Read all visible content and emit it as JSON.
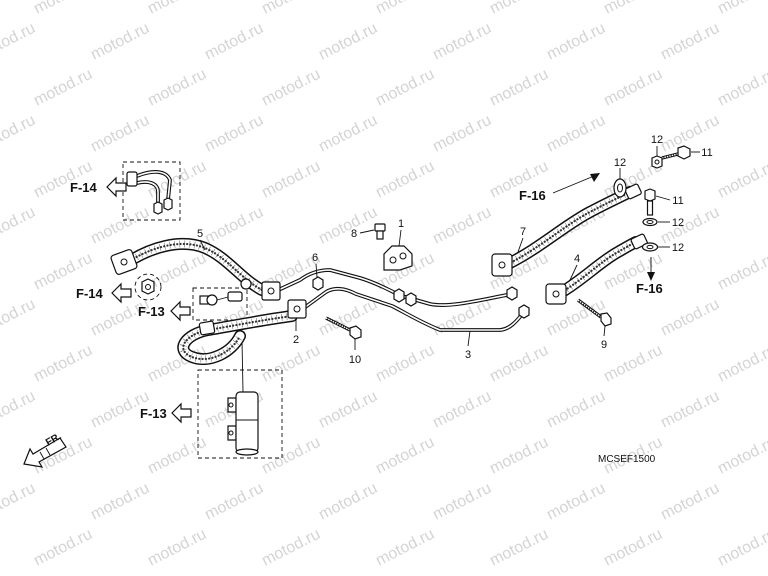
{
  "diagram": {
    "code": "MCSEF1500",
    "front_indicator": "FR.",
    "watermark": "motod.ru"
  },
  "callouts": {
    "part_1": "1",
    "part_2": "2",
    "part_3": "3",
    "part_4": "4",
    "part_5": "5",
    "part_6": "6",
    "part_7": "7",
    "part_8": "8",
    "part_9": "9",
    "part_10": "10",
    "part_11_upper": "11",
    "part_11_lower": "11",
    "part_12_top": "12",
    "part_12_left": "12",
    "part_12_mid": "12",
    "part_12_low": "12"
  },
  "references": {
    "f14_upper": "F-14",
    "f14_lower": "F-14",
    "f13_upper": "F-13",
    "f13_lower": "F-13",
    "f16_upper": "F-16",
    "f16_lower": "F-16"
  },
  "colors": {
    "background": "#ffffff",
    "ink": "#111111",
    "watermark": "#d4d4d4"
  }
}
